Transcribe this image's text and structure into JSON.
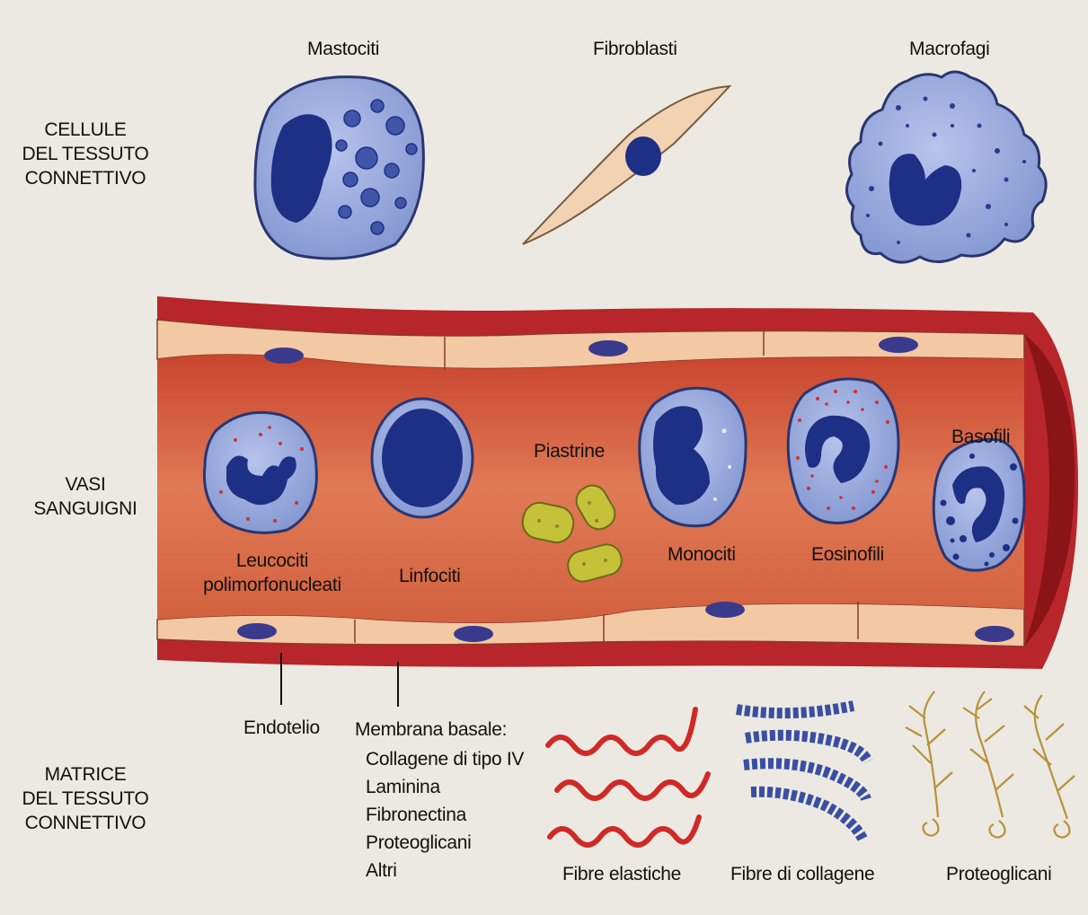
{
  "sections": {
    "cells": [
      "CELLULE",
      "DEL TESSUTO",
      "CONNETTIVO"
    ],
    "vessels": [
      "VASI",
      "SANGUIGNI"
    ],
    "matrix": [
      "MATRICE",
      "DEL TESSUTO",
      "CONNETTIVO"
    ]
  },
  "tissue_cells": {
    "mast": "Mastociti",
    "fibro": "Fibroblasti",
    "macro": "Macrofagi"
  },
  "blood_cells": {
    "pmn": [
      "Leucociti",
      "polimorfonucleati"
    ],
    "lympho": "Linfociti",
    "platelets": "Piastrine",
    "mono": "Monociti",
    "eosino": "Eosinofili",
    "baso": "Basofili"
  },
  "vessel_parts": {
    "endothelium": "Endotelio",
    "basement_title": "Membrana basale:",
    "basement_items": [
      "Collagene di tipo IV",
      "Laminina",
      "Fibronectina",
      "Proteoglicani",
      "Altri"
    ]
  },
  "matrix_fibers": {
    "elastic": "Fibre elastiche",
    "collagen": "Fibre di collagene",
    "proteoglycans": "Proteoglicani"
  },
  "colors": {
    "vessel_wall": "#b8252a",
    "lumen": "#d9583a",
    "endothelium": "#f3c9a4",
    "cell_body": "#8fa3d9",
    "nucleus": "#1e2f86",
    "granule_red": "#d0302f",
    "platelet": "#c5c23a",
    "fibroblast": "#f1d3b4",
    "proteoglycan": "#c9a84a"
  }
}
